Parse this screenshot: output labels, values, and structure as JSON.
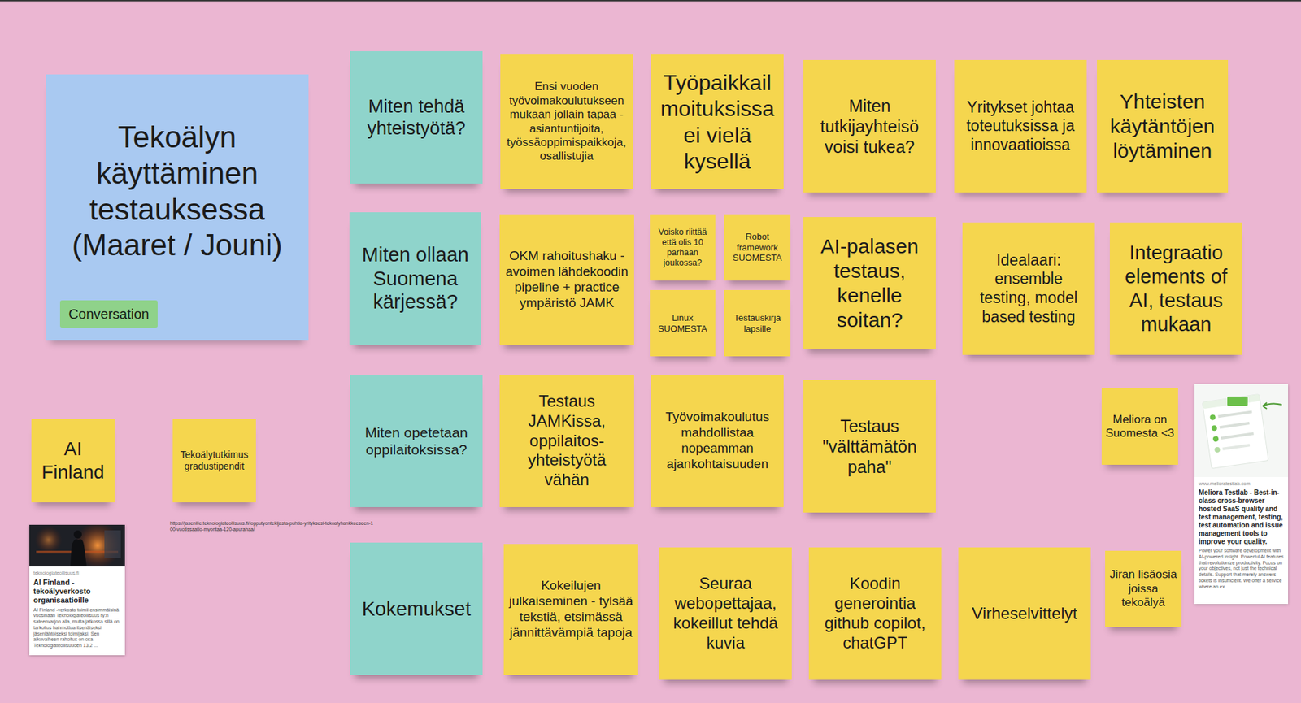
{
  "diagram": {
    "nodes": [
      {
        "text": [
          "Tekoälyn käyttäminen testauksessa (Maaret / Jouni)"
        ]
      },
      {
        "text": [
          "Conversation"
        ],
        "in": 0
      },
      {
        "text": [
          "Miten tehdä yhteistyötä?"
        ]
      },
      {
        "text": [
          "Ensi vuoden työvoimakoulutukseen mukaan jollain tapaa - asiantuntijoita, työssäoppimispaikkoja, osallistujia"
        ]
      },
      {
        "text": [
          "Työpaikkailmoituksissa ei vielä kysellä"
        ]
      },
      {
        "text": [
          "Miten tutkijayhteisö voisi tukea?"
        ]
      },
      {
        "text": [
          "Yritykset johtaa toteutuksissa ja innovaatioissa"
        ]
      },
      {
        "text": [
          "Yhteisten käytäntöjen löytäminen"
        ]
      },
      {
        "text": [
          "Miten ollaan Suomena kärjessä?"
        ]
      },
      {
        "text": [
          "OKM rahoitushaku - avoimen lähdekoodin pipeline + practice ympäristö JAMK"
        ]
      },
      {
        "text": [
          "Voisko riittää että olis 10 parhaan joukossa?"
        ]
      },
      {
        "text": [
          "Robot framework SUOMESTA"
        ]
      },
      {
        "text": [
          "Linux SUOMESTA"
        ]
      },
      {
        "text": [
          "Testauskirja lapsille"
        ]
      },
      {
        "text": [
          "AI-palasen testaus, kenelle soitan?"
        ]
      },
      {
        "text": [
          "Idealaari: ensemble testing, model based testing"
        ]
      },
      {
        "text": [
          "Integraatio elements of AI, testaus mukaan"
        ]
      },
      {
        "text": [
          "Miten opetetaan oppilaitoksissa?"
        ]
      },
      {
        "text": [
          "Testaus JAMKissa, oppilaitos-yhteistyötä vähän"
        ]
      },
      {
        "text": [
          "Työvoimakoulutus mahdollistaa nopeamman ajankohtaisuuden"
        ]
      },
      {
        "text": [
          "Testaus \"välttämätön paha\""
        ]
      },
      {
        "text": [
          "Meliora on Suomesta <3"
        ]
      },
      {
        "text": [
          "www.melioratestlab.com",
          "Meliora Testlab - Best-in-class cross-browser hosted SaaS quality and test management, testing, test automation and issue management tools to improve your quality.",
          "Power your software development with AI-powered insight. Powerful AI features that revolutionize productivity. Focus on your objectives, not just the technical details. Support that merely answers tickets is insufficient. We offer a service where an ex..."
        ]
      },
      {
        "text": [
          "Kokemukset"
        ]
      },
      {
        "text": [
          "Kokeilujen julkaiseminen - tylsää tekstiä, etsimässä jännittävämpiä tapoja"
        ]
      },
      {
        "text": [
          "Seuraa webopettajaa, kokeillut tehdä kuvia"
        ]
      },
      {
        "text": [
          "Koodin generointia github copilot, chatGPT"
        ]
      },
      {
        "text": [
          "Virheselvittelyt"
        ]
      },
      {
        "text": [
          "Jiran lisäosia joissa tekoälyä"
        ]
      },
      {
        "text": [
          "AI Finland"
        ]
      },
      {
        "text": [
          "Tekoälytutkimus gradustipendit"
        ]
      },
      {
        "text": [
          "teknologiateollisuus.fi",
          "AI Finland - tekoälyverkosto organisaatioille",
          "AI Finland -verkosto toimii ensimmäisinä vuosinaan Teknologiateollisuus ry:n sateenvarjon alla, mutta jatkossa sillä on tarkoitus hahmottua itsenäiseksi jäsenlähtöiseksi toimijaksi. Sen alkuvaiheen rahoitus on osa Teknologiateollisuuden 13,2 ..."
        ]
      }
    ],
    "labels": [
      "https://jasenille.teknologiateollisuus.fi/lopputyontekijasta-puhtia-yrityksesi-tekoalyhankkeeseen-100-vuotissaatio-myontaa-120-apurahaa/"
    ]
  }
}
